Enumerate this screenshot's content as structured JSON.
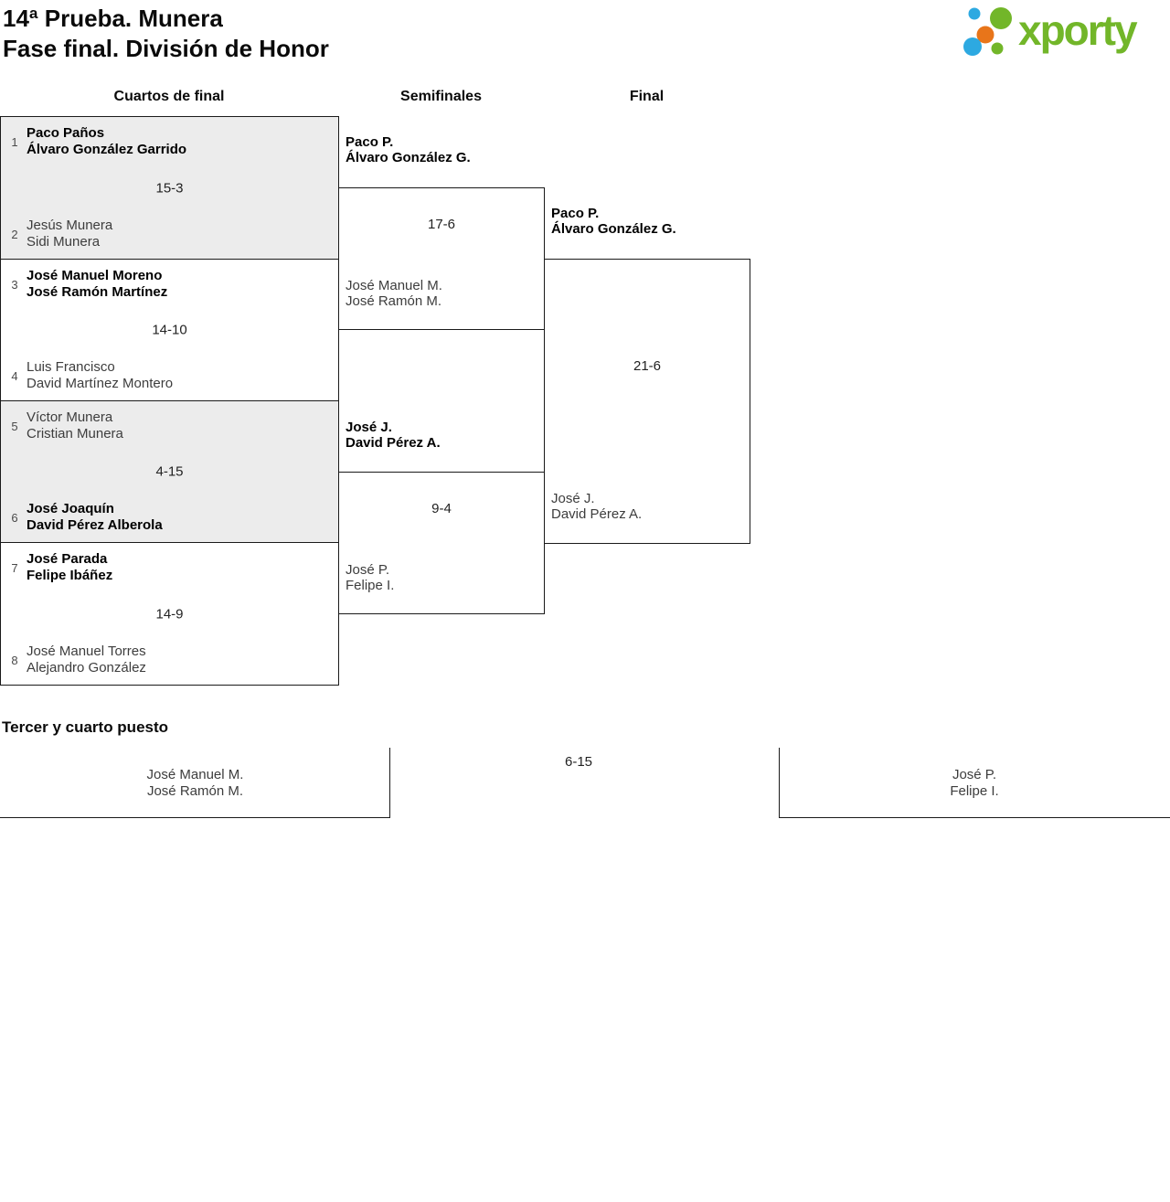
{
  "header": {
    "title_line1": "14ª Prueba. Munera",
    "title_line2": "Fase final. División de Honor",
    "logo_text": "xporty"
  },
  "brand_colors": {
    "green": "#72b629",
    "blue": "#2da9e1",
    "orange": "#e8751a"
  },
  "columns": {
    "quarterfinals": "Cuartos de final",
    "semifinals": "Semifinales",
    "final": "Final"
  },
  "quarterfinals": [
    {
      "seed_top": "1",
      "top_line1": "Paco Paños",
      "top_line2": "Álvaro González Garrido",
      "score": "15-3",
      "seed_bottom": "2",
      "bottom_line1": "Jesús Munera",
      "bottom_line2": "Sidi Munera",
      "winner": "top"
    },
    {
      "seed_top": "3",
      "top_line1": "José Manuel Moreno",
      "top_line2": "José Ramón Martínez",
      "score": "14-10",
      "seed_bottom": "4",
      "bottom_line1": "Luis Francisco",
      "bottom_line2": "David Martínez Montero",
      "winner": "top"
    },
    {
      "seed_top": "5",
      "top_line1": "Víctor Munera",
      "top_line2": "Cristian Munera",
      "score": "4-15",
      "seed_bottom": "6",
      "bottom_line1": "José Joaquín",
      "bottom_line2": "David Pérez Alberola",
      "winner": "bottom"
    },
    {
      "seed_top": "7",
      "top_line1": "José Parada",
      "top_line2": "Felipe Ibáñez",
      "score": "14-9",
      "seed_bottom": "8",
      "bottom_line1": "José Manuel Torres",
      "bottom_line2": "Alejandro González",
      "winner": "top"
    }
  ],
  "semifinals": [
    {
      "top_line1": "Paco P.",
      "top_line2": "Álvaro González G.",
      "score": "17-6",
      "bottom_line1": "José Manuel M.",
      "bottom_line2": "José Ramón M.",
      "winner": "top"
    },
    {
      "top_line1": "José J.",
      "top_line2": "David Pérez A.",
      "score": "9-4",
      "bottom_line1": "José P.",
      "bottom_line2": "Felipe I.",
      "winner": "top"
    }
  ],
  "final": {
    "top_line1": "Paco P.",
    "top_line2": "Álvaro González G.",
    "score": "21-6",
    "bottom_line1": "José J.",
    "bottom_line2": "David Pérez A.",
    "winner": "top"
  },
  "third_place": {
    "heading": "Tercer y cuarto puesto",
    "left_line1": "José Manuel M.",
    "left_line2": "José Ramón M.",
    "score": "6-15",
    "right_line1": "José P.",
    "right_line2": "Felipe I."
  }
}
